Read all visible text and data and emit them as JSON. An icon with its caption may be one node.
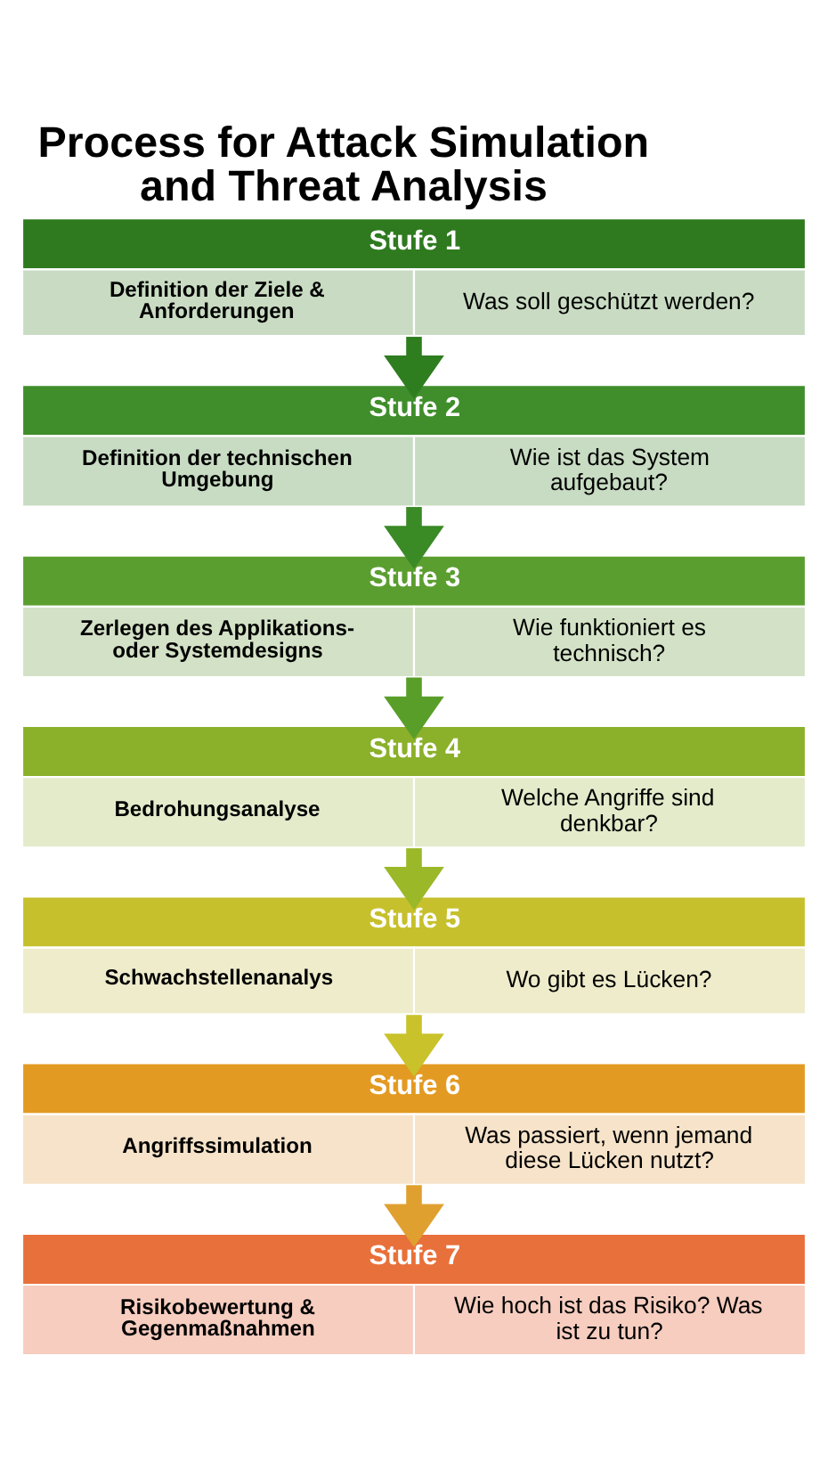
{
  "diagram": {
    "title": "Process for Attack Simulation and Threat Analysis",
    "nodes": [
      {
        "text": [
          "Stufe 1",
          "Definition der Ziele & Anforderungen",
          "Was soll geschützt werden?"
        ]
      },
      {
        "text": [
          "Stufe 2",
          "Definition der technischen Umgebung",
          "Wie ist das System aufgebaut?"
        ]
      },
      {
        "text": [
          "Stufe 3",
          "Zerlegen des Applikations- oder Systemdesigns",
          "Wie funktioniert es technisch?"
        ]
      },
      {
        "text": [
          "Stufe 4",
          "Bedrohungsanalyse",
          "Welche Angriffe sind denkbar?"
        ]
      },
      {
        "text": [
          "Stufe 5",
          "Schwachstellenanalys",
          "Wo gibt es Lücken?"
        ]
      },
      {
        "text": [
          "Stufe 6",
          "Angriffssimulation",
          "Was passiert, wenn jemand diese Lücken nutzt?"
        ]
      },
      {
        "text": [
          "Stufe 7",
          "Risikobewertung & Gegenmaßnahmen",
          "Wie hoch ist das Risiko? Was ist zu tun?"
        ]
      }
    ],
    "edges": [
      {
        "from": 0,
        "to": 1,
        "arrow": "to",
        "color": "#2e7d1f"
      },
      {
        "from": 1,
        "to": 2,
        "arrow": "to",
        "color": "#3a8a26"
      },
      {
        "from": 2,
        "to": 3,
        "arrow": "to",
        "color": "#5a9e2a"
      },
      {
        "from": 3,
        "to": 4,
        "arrow": "to",
        "color": "#9ab828"
      },
      {
        "from": 4,
        "to": 5,
        "arrow": "to",
        "color": "#c9c22a"
      },
      {
        "from": 5,
        "to": 6,
        "arrow": "to",
        "color": "#e0a030"
      }
    ]
  }
}
